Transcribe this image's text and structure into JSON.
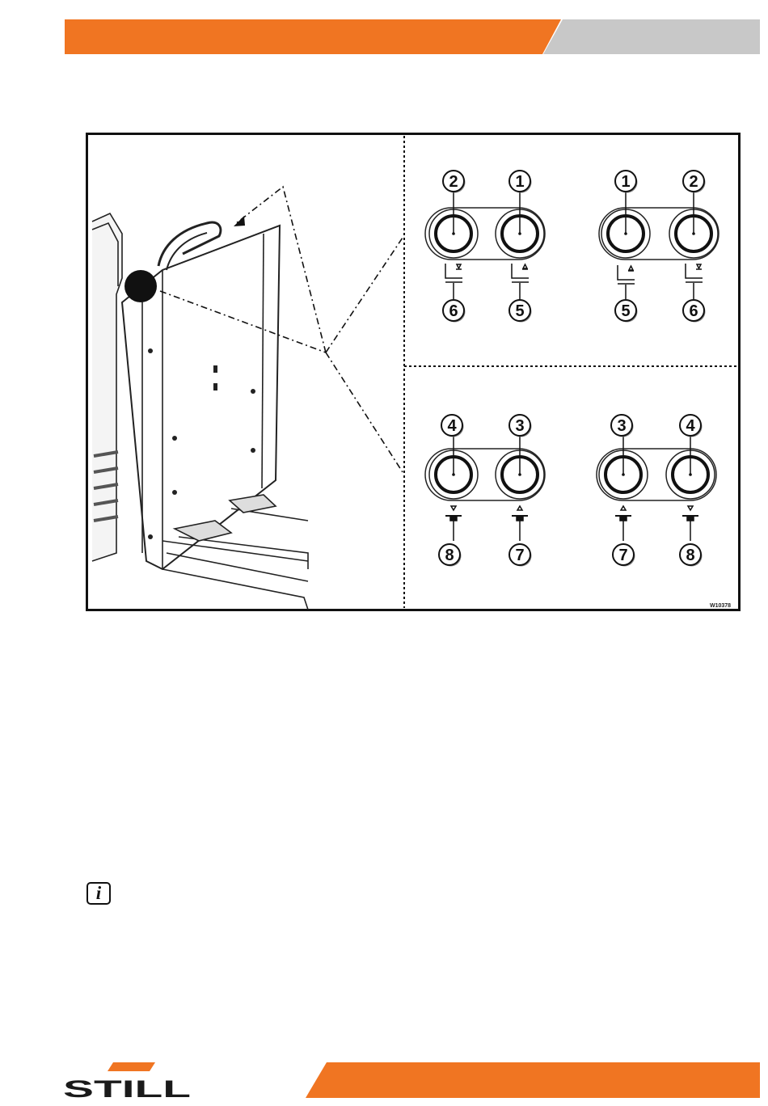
{
  "header": {
    "orange_bar_color": "#F07522",
    "grey_tab_color": "#C8C8C8"
  },
  "figure": {
    "code": "W10378",
    "panels": {
      "upper_left_group": {
        "buttons": [
          "2",
          "1"
        ],
        "symbols": [
          "6",
          "5"
        ]
      },
      "upper_right_group": {
        "buttons": [
          "1",
          "2"
        ],
        "symbols": [
          "5",
          "6"
        ]
      },
      "lower_left_group": {
        "buttons": [
          "4",
          "3"
        ],
        "symbols": [
          "8",
          "7"
        ]
      },
      "lower_right_group": {
        "buttons": [
          "3",
          "4"
        ],
        "symbols": [
          "7",
          "8"
        ]
      }
    }
  },
  "icons": {
    "info": "info-icon",
    "info_glyph": "i"
  },
  "footer": {
    "brand_logo_text": "STILL",
    "orange_bar_color": "#F07522"
  }
}
